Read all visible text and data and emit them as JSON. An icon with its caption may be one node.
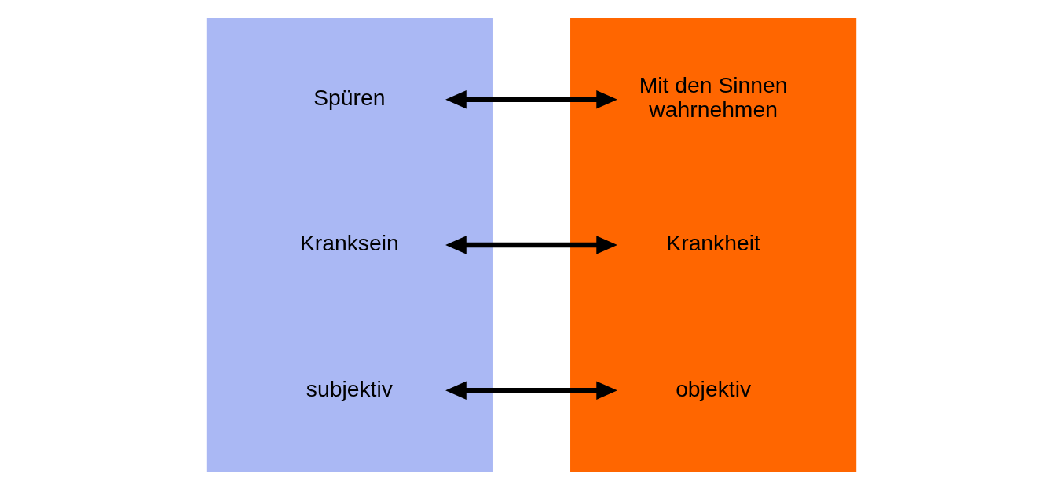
{
  "diagram": {
    "nodes": [
      {
        "text": [],
        "shape": "box"
      },
      {
        "text": [],
        "shape": "box"
      },
      {
        "text": [
          "Spüren"
        ],
        "in": 0
      },
      {
        "text": [
          "Mit den Sinnen wahrnehmen"
        ],
        "in": 1
      },
      {
        "text": [
          "Kranksein"
        ],
        "in": 0
      },
      {
        "text": [
          "Krankheit"
        ],
        "in": 1
      },
      {
        "text": [
          "subjektiv"
        ],
        "in": 0
      },
      {
        "text": [
          "objektiv"
        ],
        "in": 1
      }
    ],
    "edges": [
      {
        "from": 2,
        "to": 3,
        "arrow": "both"
      },
      {
        "from": 4,
        "to": 5,
        "arrow": "both"
      },
      {
        "from": 6,
        "to": 7,
        "arrow": "both"
      }
    ]
  }
}
